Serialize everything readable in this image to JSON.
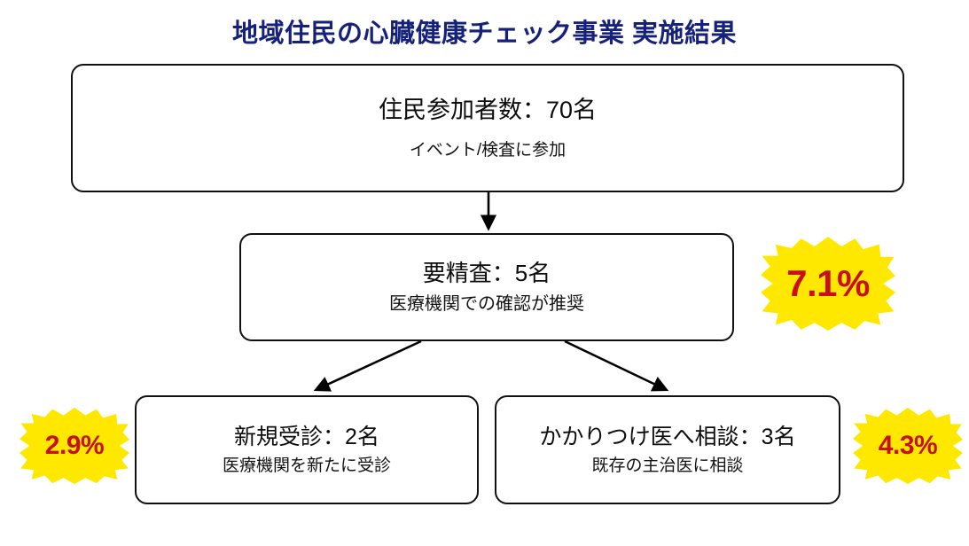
{
  "title": "地域住民の心臓健康チェック事業 実施結果",
  "colors": {
    "title": "#16217A",
    "box_border": "#111111",
    "box_fill": "#FFFFFF",
    "badge_fill": "#FFE800",
    "badge_text": "#C8101A",
    "arrow": "#000000",
    "background": "#FFFFFF"
  },
  "flow": {
    "nodes": [
      {
        "id": "participants",
        "title": "住民参加者数：70名",
        "subtitle": "イベント/検査に参加",
        "count": 70
      },
      {
        "id": "followup",
        "title": "要精査：5名",
        "subtitle": "医療機関での確認が推奨",
        "count": 5
      },
      {
        "id": "new_visit",
        "title": "新規受診：2名",
        "subtitle": "医療機関を新たに受診",
        "count": 2
      },
      {
        "id": "family_doctor",
        "title": "かかりつけ医へ相談：3名",
        "subtitle": "既存の主治医に相談",
        "count": 3
      }
    ],
    "edges": [
      {
        "from": "participants",
        "to": "followup"
      },
      {
        "from": "followup",
        "to": "new_visit"
      },
      {
        "from": "followup",
        "to": "family_doctor"
      }
    ]
  },
  "badges": [
    {
      "id": "followup_rate",
      "value": "7.1%",
      "for": "followup"
    },
    {
      "id": "new_visit_rate",
      "value": "2.9%",
      "for": "new_visit"
    },
    {
      "id": "family_doctor_rate",
      "value": "4.3%",
      "for": "family_doctor"
    }
  ]
}
